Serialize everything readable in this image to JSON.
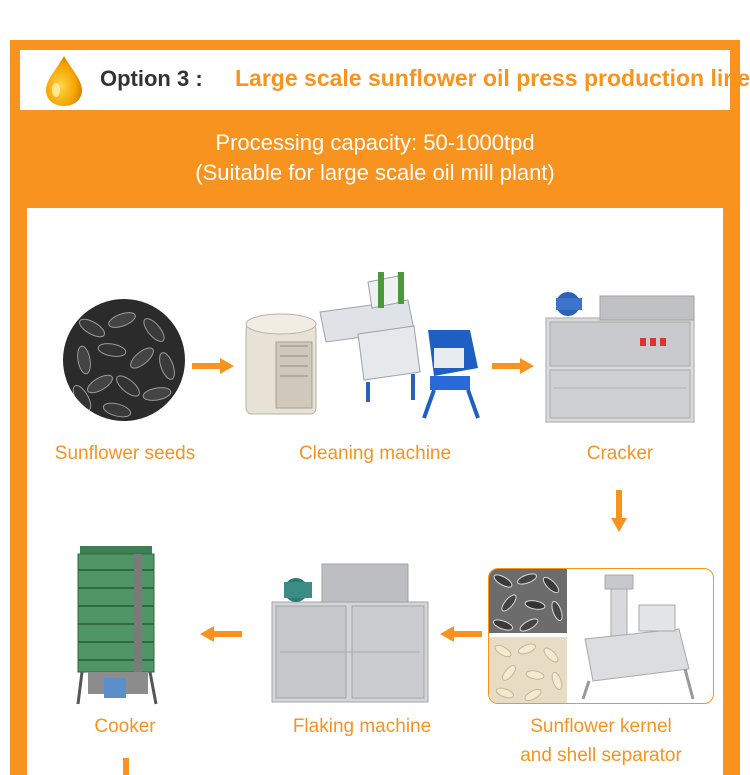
{
  "header": {
    "option_label": "Option 3 :",
    "title": "Large scale sunflower oil press production line"
  },
  "banner": {
    "line1": "Processing capacity: 50-1000tpd",
    "line2": "(Suitable for large scale oil mill plant)"
  },
  "steps": [
    {
      "label": "Sunflower seeds",
      "icon": "sunflower-seeds-image"
    },
    {
      "label": "Cleaning machine",
      "icon": "cleaning-machine-image"
    },
    {
      "label": "Cracker",
      "icon": "cracker-image"
    },
    {
      "label": "Sunflower kernel",
      "label2": "and shell separator",
      "icon": "kernel-shell-separator-image"
    },
    {
      "label": "Flaking machine",
      "icon": "flaking-machine-image"
    },
    {
      "label": "Cooker",
      "icon": "cooker-image"
    }
  ],
  "colors": {
    "accent": "#f7931e",
    "text_dark": "#333333",
    "white": "#ffffff"
  }
}
